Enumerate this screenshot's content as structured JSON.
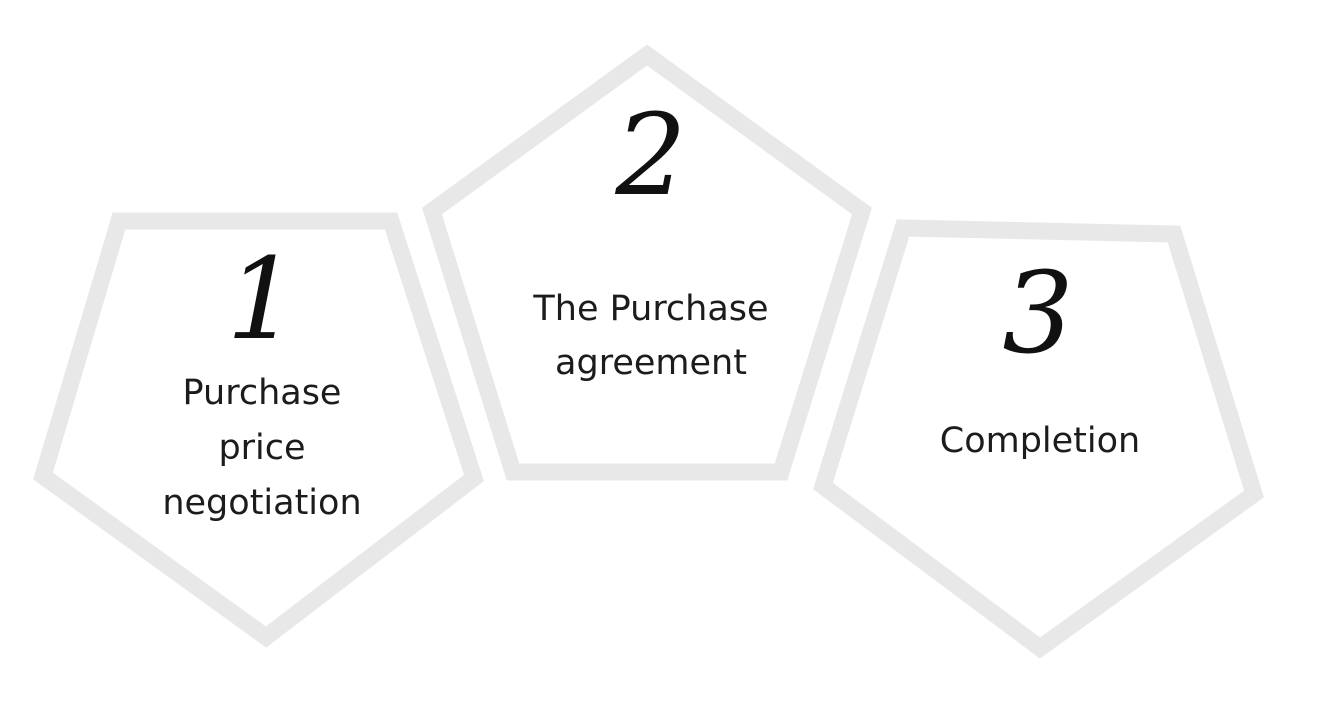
{
  "steps": [
    {
      "number": "1",
      "label_lines": [
        "Purchase",
        "price",
        "negotiation"
      ]
    },
    {
      "number": "2",
      "label_lines": [
        "The Purchase",
        "agreement"
      ]
    },
    {
      "number": "3",
      "label_lines": [
        "Completion"
      ]
    }
  ],
  "colors": {
    "outline": "#e8e8e8",
    "text": "#1c1c1c"
  }
}
